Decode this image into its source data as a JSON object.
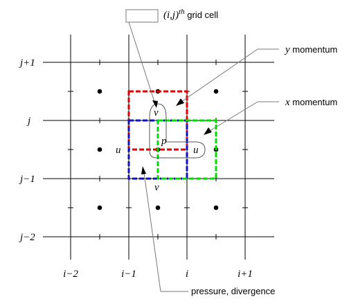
{
  "title_cell": {
    "main": "(i,j)",
    "sup": "th",
    "rest": " grid cell"
  },
  "labels": {
    "y_momentum": {
      "var": "y",
      "text": " momentum"
    },
    "x_momentum": {
      "var": "x",
      "text": " momentum"
    },
    "pressure_divergence": "pressure, divergence"
  },
  "row_labels": [
    "j+1",
    "j",
    "j−1",
    "j−2"
  ],
  "col_labels": [
    "i−2",
    "i−1",
    "i",
    "i+1"
  ],
  "points": {
    "v_top": "v",
    "v_bottom": "v",
    "u_left": "u",
    "u_right": "u",
    "p": "p"
  },
  "colors": {
    "red_box": "#e00000",
    "blue_box": "#1010c0",
    "green_box": "#00dd00",
    "grid": "#000000"
  }
}
